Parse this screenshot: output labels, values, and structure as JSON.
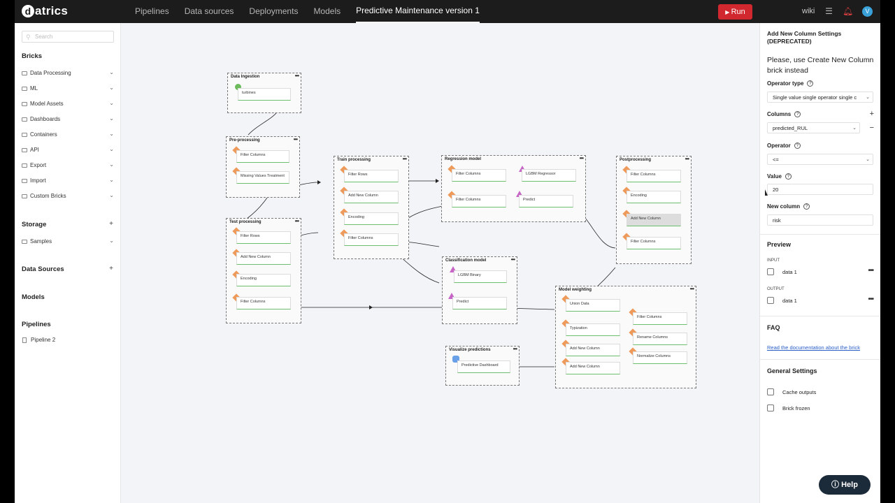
{
  "topbar": {
    "logo": "datrics",
    "nav": [
      "Pipelines",
      "Data sources",
      "Deployments",
      "Models",
      "Predictive Maintenance version 1"
    ],
    "run_label": "Run",
    "wiki_label": "wiki",
    "avatar_letter": "V"
  },
  "sidebar": {
    "search_placeholder": "Search",
    "bricks_title": "Bricks",
    "bricks": [
      "Data Processing",
      "ML",
      "Model Assets",
      "Dashboards",
      "Containers",
      "API",
      "Export",
      "Import",
      "Custom Bricks"
    ],
    "storage_title": "Storage",
    "storage_items": [
      "Samples"
    ],
    "data_sources_title": "Data Sources",
    "models_title": "Models",
    "pipelines_title": "Pipelines",
    "pipelines": [
      "Pipeline 2"
    ]
  },
  "canvas": {
    "groups": [
      {
        "title": "Data Ingestion",
        "bricks": [
          "turbines"
        ]
      },
      {
        "title": "Pre-processing",
        "bricks": [
          "Filter Columns",
          "Missing Values Treatment"
        ]
      },
      {
        "title": "Test processing",
        "bricks": [
          "Filter Rows",
          "Add New Column",
          "Encoding",
          "Filter Columns"
        ]
      },
      {
        "title": "Train processing",
        "bricks": [
          "Filter Rows",
          "Add New Column",
          "Encoding",
          "Filter Columns"
        ]
      },
      {
        "title": "Regression model",
        "bricks": [
          "Filter Columns",
          "Filter Columns",
          "LGBM Regressor",
          "Predict"
        ]
      },
      {
        "title": "Classification model",
        "bricks": [
          "LGBM Binary",
          "Predict"
        ]
      },
      {
        "title": "Postprocessing",
        "bricks": [
          "Filter Columns",
          "Encoding",
          "Add New Column",
          "Filter Columns"
        ]
      },
      {
        "title": "Model weighting",
        "bricks": [
          "Union Data",
          "Typization",
          "Add New Column",
          "Add New Column",
          "Filter Columns",
          "Rename Columns",
          "Normalize Columns"
        ]
      },
      {
        "title": "Visualize predictions",
        "bricks": [
          "Predictive Dashboard"
        ]
      }
    ]
  },
  "panel": {
    "title": "Add New Column Settings (DEPRECATED)",
    "note": "Please, use Create New Column brick instead",
    "operator_type_label": "Operator type",
    "operator_type_value": "Single value single operator single c",
    "columns_label": "Columns",
    "columns_value": "predicted_RUL",
    "operator_label": "Operator",
    "operator_value": "<=",
    "value_label": "Value",
    "value_value": "20",
    "new_column_label": "New column",
    "new_column_value": "risk",
    "preview_title": "Preview",
    "input_label": "INPUT",
    "input_item": "data 1",
    "output_label": "OUTPUT",
    "output_item": "data 1",
    "faq_title": "FAQ",
    "faq_link": "Read the documentation about the brick",
    "general_title": "General Settings",
    "cache_label": "Cache outputs",
    "frozen_label": "Brick frozen"
  },
  "help_label": "Help"
}
